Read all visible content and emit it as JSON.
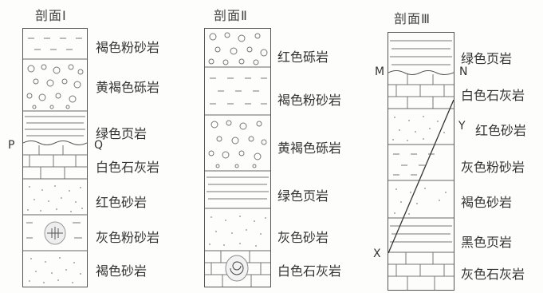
{
  "sections": [
    {
      "title": "剖面Ⅰ",
      "layers": [
        "褐色粉砂岩",
        "黄褐色砾岩",
        "绿色页岩",
        "白色石灰岩",
        "红色砂岩",
        "灰色粉砂岩",
        "褐色砂岩"
      ],
      "markers": {
        "left": "P",
        "right": "Q"
      }
    },
    {
      "title": "剖面Ⅱ",
      "layers": [
        "红色砾岩",
        "褐色粉砂岩",
        "黄褐色砾岩",
        "绿色页岩",
        "灰色砂岩",
        "白色石灰岩"
      ]
    },
    {
      "title": "剖面Ⅲ",
      "layers": [
        "绿色页岩",
        "白色石灰岩",
        "红色砂岩",
        "灰色粉砂岩",
        "褐色砂岩",
        "黑色页岩",
        "灰色石灰岩"
      ],
      "markers": {
        "top_left": "M",
        "top_right": "N",
        "fault_top": "Y",
        "fault_bottom": "X"
      }
    }
  ]
}
